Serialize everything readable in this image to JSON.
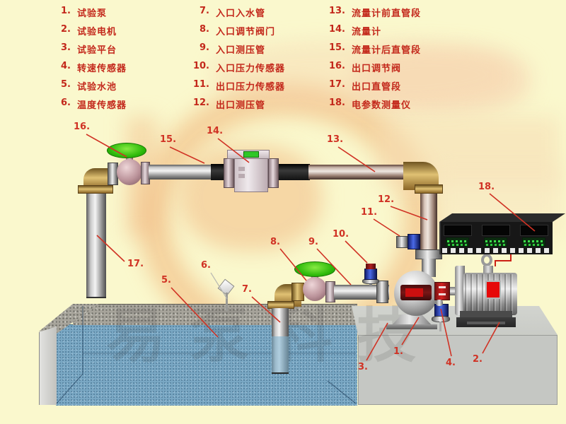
{
  "legend": {
    "columns": [
      {
        "items": [
          {
            "num": "1.",
            "label": "试验泵"
          },
          {
            "num": "2.",
            "label": "试验电机"
          },
          {
            "num": "3.",
            "label": "试验平台"
          },
          {
            "num": "4.",
            "label": "转速传感器"
          },
          {
            "num": "5.",
            "label": "试验水池"
          },
          {
            "num": "6.",
            "label": "温度传感器"
          }
        ]
      },
      {
        "items": [
          {
            "num": "7.",
            "label": "入口入水管"
          },
          {
            "num": "8.",
            "label": "入口调节阀门"
          },
          {
            "num": "9.",
            "label": "入口测压管"
          },
          {
            "num": "10.",
            "label": "入口压力传感器"
          },
          {
            "num": "11.",
            "label": "出口压力传感器"
          },
          {
            "num": "12.",
            "label": "出口测压管"
          }
        ]
      },
      {
        "items": [
          {
            "num": "13.",
            "label": "流量计前直管段"
          },
          {
            "num": "14.",
            "label": "流量计"
          },
          {
            "num": "15.",
            "label": "流量计后直管段"
          },
          {
            "num": "16.",
            "label": "出口调节阀"
          },
          {
            "num": "17.",
            "label": "出口直管段"
          },
          {
            "num": "18.",
            "label": "电参数测量仪"
          }
        ]
      }
    ]
  },
  "callouts": {
    "c1": "1.",
    "c2": "2.",
    "c3": "3.",
    "c4": "4.",
    "c5": "5.",
    "c6": "6.",
    "c7": "7.",
    "c8": "8.",
    "c9": "9.",
    "c10": "10.",
    "c11": "11.",
    "c12": "12.",
    "c13": "13.",
    "c14": "14.",
    "c15": "15.",
    "c16": "16.",
    "c17": "17.",
    "c18": "18."
  },
  "watermark": {
    "text": "易泵科技"
  },
  "colors": {
    "background": "#faf8cd",
    "legend_red": "#c3281b",
    "callout_red": "#d03224",
    "valve_green": "#2db90a",
    "water_blue": "#7aa8c4",
    "brass": "#d9b868",
    "motor_label_red": "#e60808",
    "led_green": "#3ae24a"
  }
}
